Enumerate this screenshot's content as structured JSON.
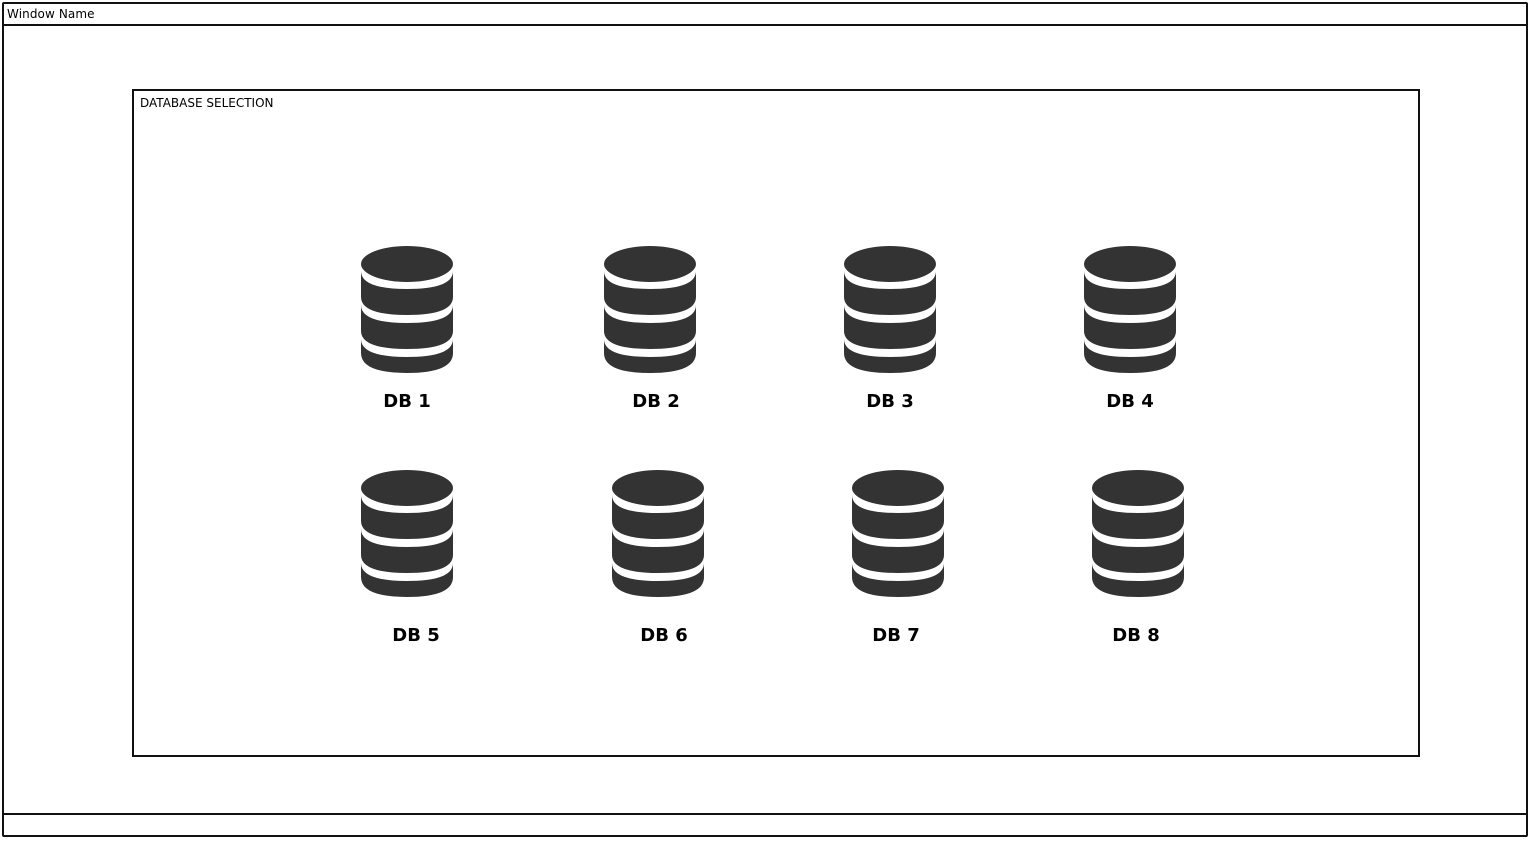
{
  "window": {
    "title": "Window Name"
  },
  "panel": {
    "title": "DATABASE SELECTION"
  },
  "icon_color": "#333333",
  "databases": [
    {
      "label": "DB 1",
      "icon": "database-icon"
    },
    {
      "label": "DB 2",
      "icon": "database-icon"
    },
    {
      "label": "DB 3",
      "icon": "database-icon"
    },
    {
      "label": "DB 4",
      "icon": "database-icon"
    },
    {
      "label": "DB 5",
      "icon": "database-icon"
    },
    {
      "label": "DB 6",
      "icon": "database-icon"
    },
    {
      "label": "DB 7",
      "icon": "database-icon"
    },
    {
      "label": "DB 8",
      "icon": "database-icon"
    }
  ]
}
